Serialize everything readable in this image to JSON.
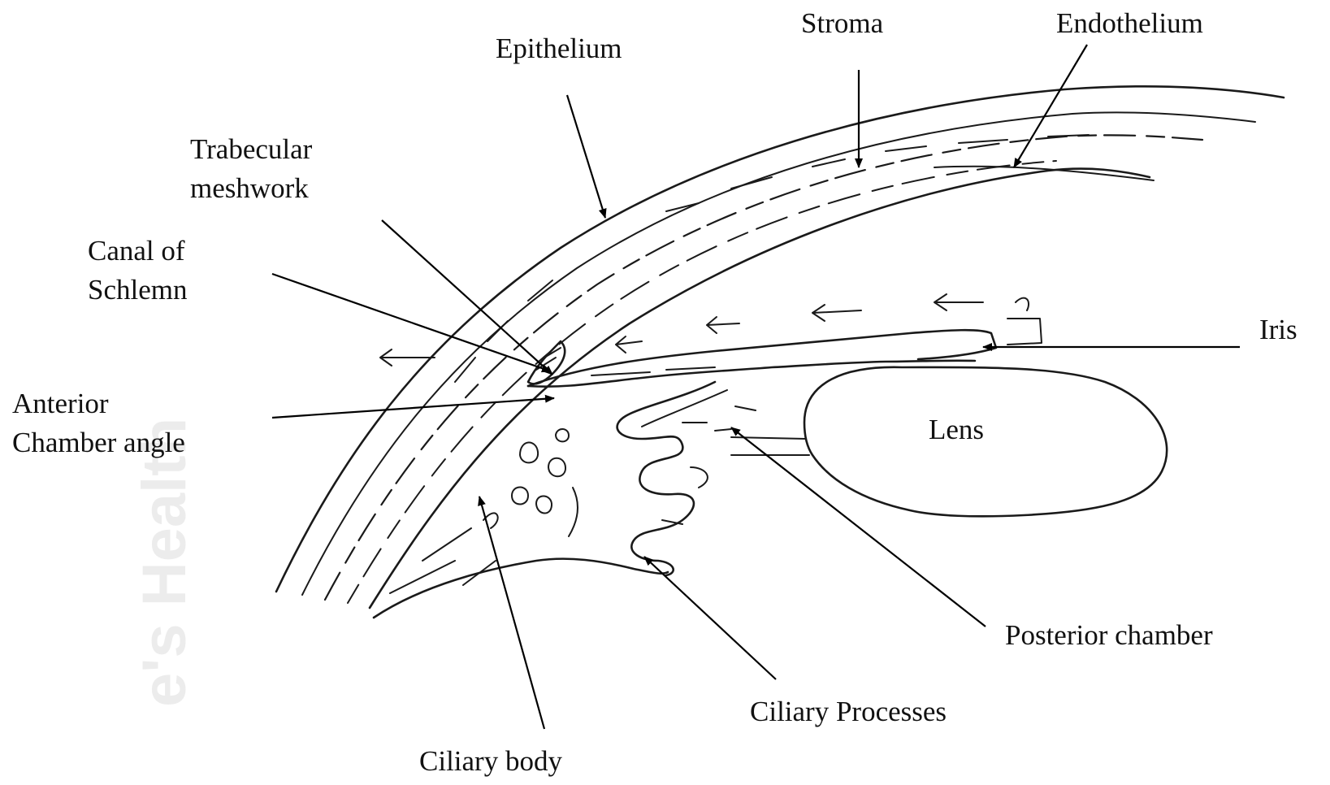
{
  "labels": {
    "epithelium": "Epithelium",
    "stroma": "Stroma",
    "endothelium": "Endothelium",
    "trabecular_line1": "Trabecular",
    "trabecular_line2": "meshwork",
    "canal_line1": "Canal of",
    "canal_line2": "Schlemn",
    "iris": "Iris",
    "lens": "Lens",
    "anterior_line1": "Anterior",
    "anterior_line2": "Chamber angle",
    "posterior_chamber": "Posterior chamber",
    "ciliary_processes": "Ciliary Processes",
    "ciliary_body": "Ciliary body"
  },
  "watermark": "e's Health"
}
